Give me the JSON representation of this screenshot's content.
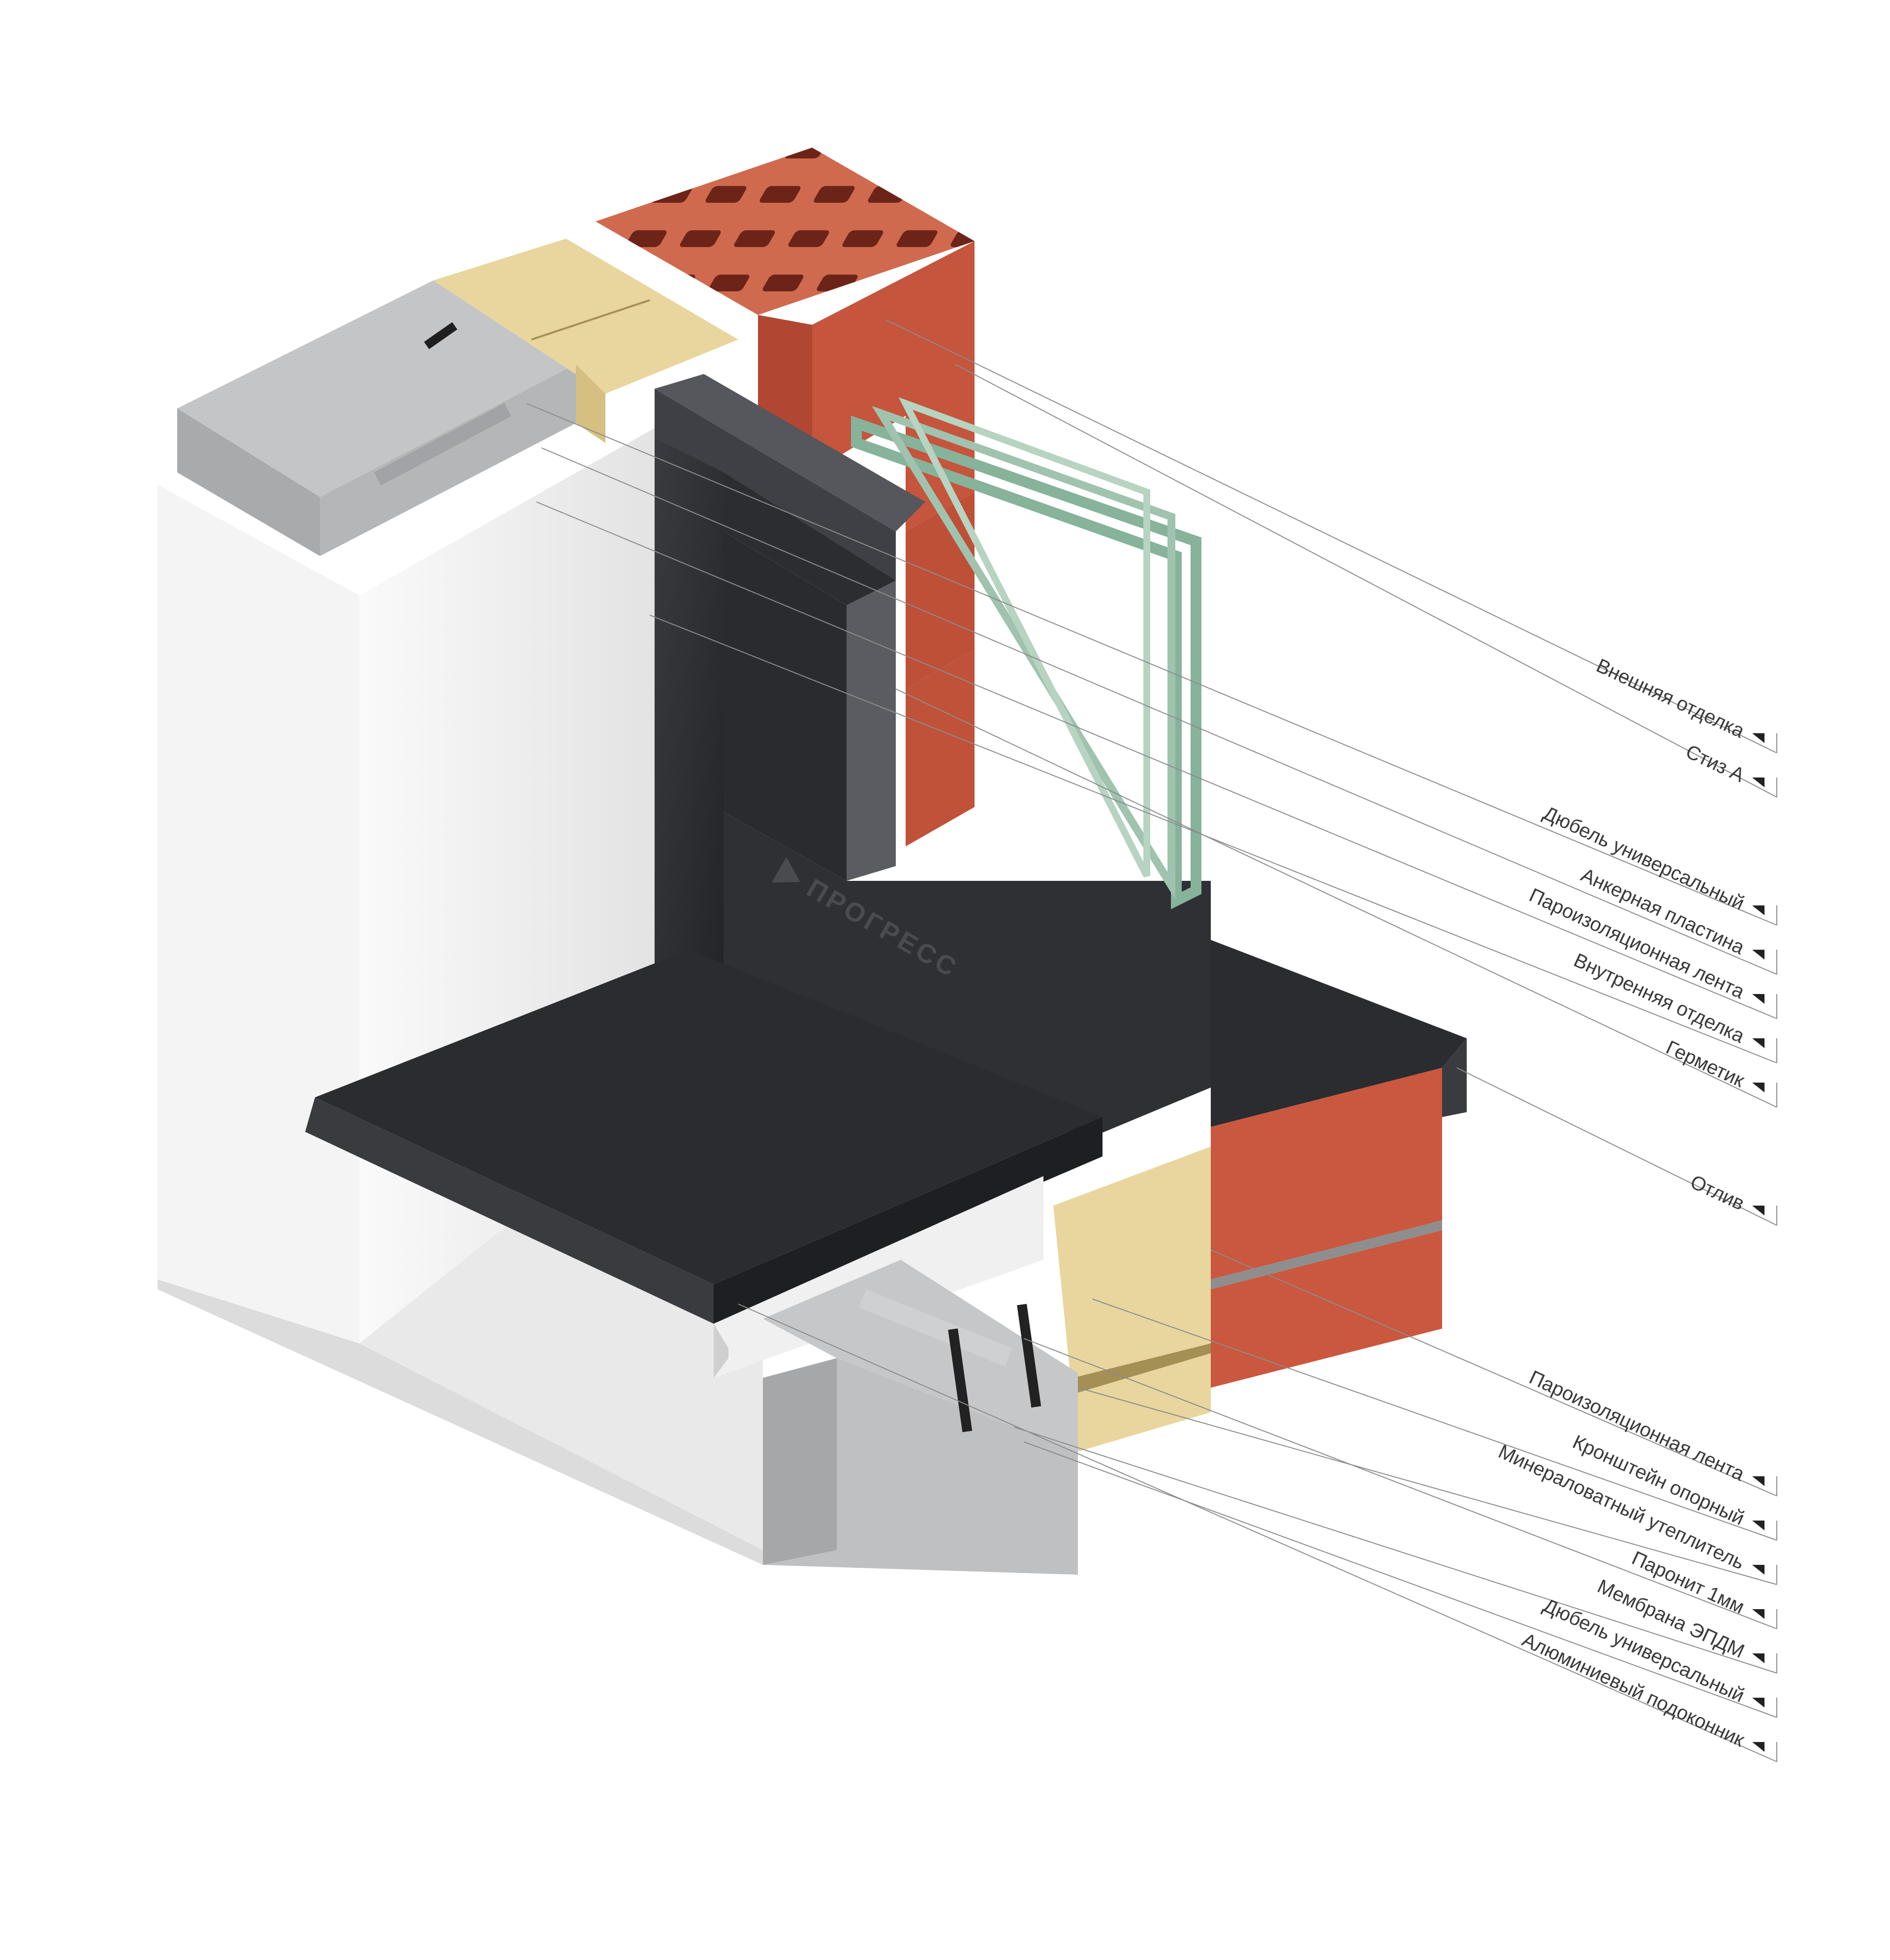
{
  "brand": {
    "name": "ПРОГРЕСС"
  },
  "colors": {
    "brick": "#c9583f",
    "brick_dark": "#a8432f",
    "insulation": "#e6d49a",
    "concrete": "#b9babb",
    "plaster": "#f2f2f2",
    "frame": "#2e2f33",
    "glass": "#9fc3ae",
    "leader": "#8c8c8c"
  },
  "labels_top": [
    "Внешняя отделка",
    "Стиз А",
    "Дюбель универсальный",
    "Анкерная пластина",
    "Пароизоляционная лента",
    "Внутренняя отделка",
    "Герметик",
    "Отлив"
  ],
  "labels_bottom": [
    "Пароизоляционная лента",
    "Кронштейн опорный",
    "Минераловатный утеплитель",
    "Паронит 1мм",
    "Мембрана ЭПДМ",
    "Дюбель универсальный",
    "Алюминиевый подоконник"
  ]
}
